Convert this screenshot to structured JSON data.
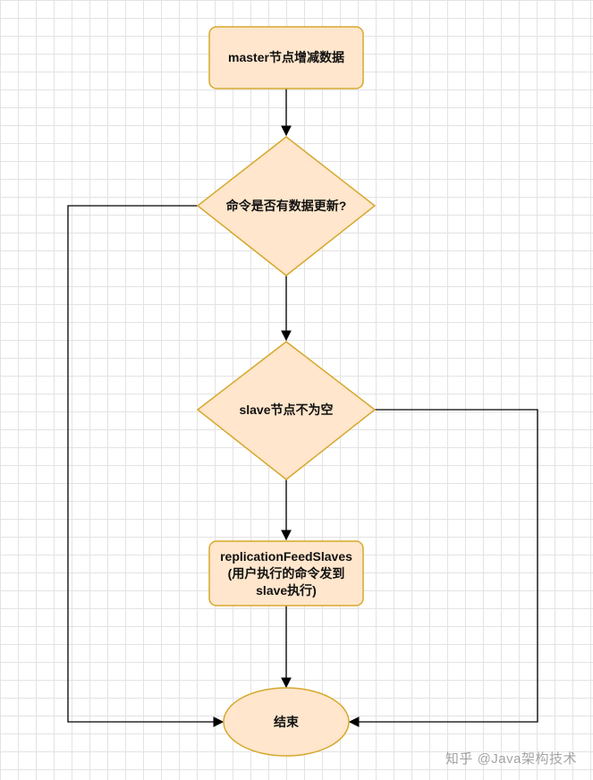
{
  "diagram": {
    "nodes": {
      "start": {
        "label": "master节点增减数据"
      },
      "check_update": {
        "label": "命令是否有数据更新?"
      },
      "check_slave": {
        "label": "slave节点不为空"
      },
      "feed": {
        "label": "replicationFeedSlaves\n(用户执行的命令发到\nslave执行)"
      },
      "end": {
        "label": "结束"
      }
    },
    "colors": {
      "fill": "#ffe6cc",
      "stroke": "#d6a82c",
      "line": "#000000"
    }
  },
  "watermark": {
    "text": "知乎 @Java架构技术"
  }
}
